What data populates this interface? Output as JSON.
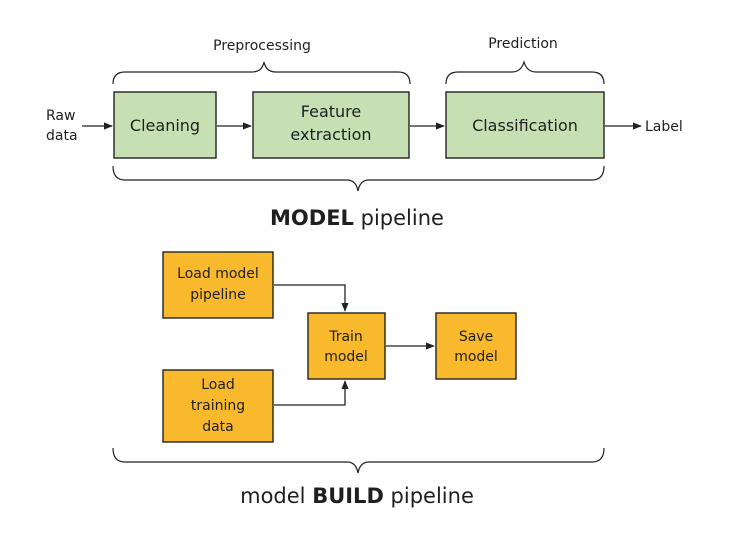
{
  "top": {
    "preprocessing_label": "Preprocessing",
    "prediction_label": "Prediction",
    "input_line1": "Raw",
    "input_line2": "data",
    "cleaning": "Cleaning",
    "feature_line1": "Feature",
    "feature_line2": "extraction",
    "classification": "Classification",
    "output": "Label",
    "title_bold": "MODEL",
    "title_rest": " pipeline"
  },
  "bottom": {
    "load_model_line1": "Load model",
    "load_model_line2": "pipeline",
    "load_data_line1": "Load",
    "load_data_line2": "training",
    "load_data_line3": "data",
    "train_line1": "Train",
    "train_line2": "model",
    "save_line1": "Save",
    "save_line2": "model",
    "title_prefix": "model ",
    "title_bold": "BUILD",
    "title_rest": " pipeline"
  },
  "colors": {
    "green_box": "#c6e0b4",
    "orange_box": "#f9b92d"
  }
}
